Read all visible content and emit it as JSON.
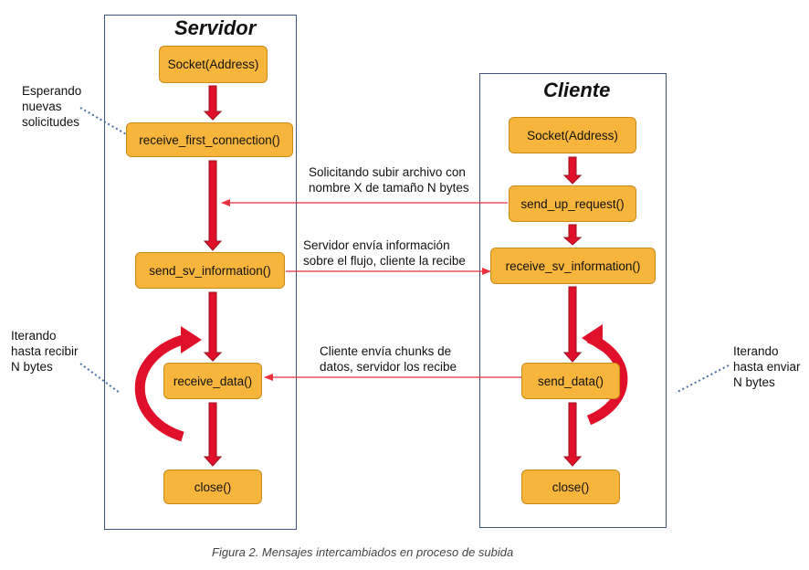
{
  "server": {
    "title": "Servidor",
    "boxes": {
      "socket": "Socket(Address)",
      "receive_first": "receive_first_connection()",
      "send_info": "send_sv_information()",
      "receive_data": "receive_data()",
      "close": "close()"
    },
    "notes": {
      "waiting": [
        "Esperando",
        "nuevas",
        "solicitudes"
      ],
      "iterating": [
        "Iterando",
        "hasta recibir",
        "N bytes"
      ]
    }
  },
  "client": {
    "title": "Cliente",
    "boxes": {
      "socket": "Socket(Address)",
      "send_up": "send_up_request()",
      "receive_info": "receive_sv_information()",
      "send_data": "send_data()",
      "close": "close()"
    },
    "notes": {
      "iterating": [
        "Iterando",
        "hasta enviar",
        "N bytes"
      ]
    }
  },
  "messages": {
    "upload_request": [
      "Solicitando subir archivo con",
      "nombre X de tamaño N bytes"
    ],
    "server_info": [
      "Servidor envía información",
      "sobre el flujo, cliente la recibe"
    ],
    "data_chunks": [
      "Cliente envía chunks de",
      "datos, servidor los recibe"
    ]
  },
  "caption": "Figura 2. Mensajes intercambiados en proceso de subida",
  "colors": {
    "box_fill": "#f8b53c",
    "box_border": "#c98a17",
    "flow_arrow": "#e0102a",
    "message_arrow": "#e8323e",
    "panel_border": "#3f5580",
    "leader_line": "#4a6fa5"
  }
}
